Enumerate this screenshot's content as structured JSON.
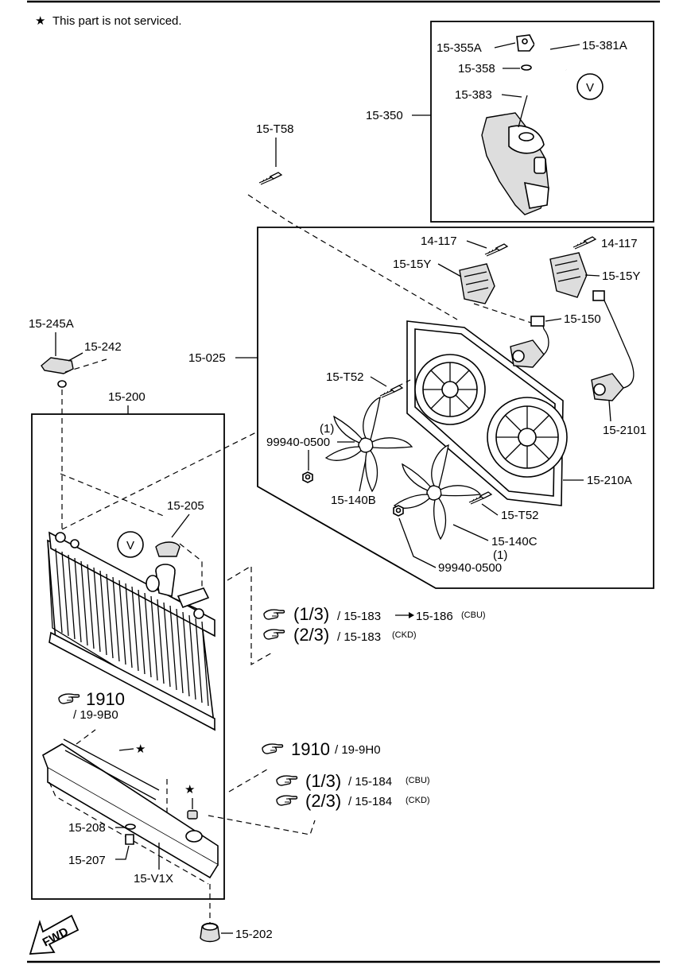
{
  "note": {
    "star": "★",
    "text": "This part is not serviced."
  },
  "labels": {
    "p15_355A": "15-355A",
    "p15_381A": "15-381A",
    "p15_358": "15-358",
    "p15_383": "15-383",
    "p15_350": "15-350",
    "p15_T58": "15-T58",
    "p14_117_a": "14-117",
    "p14_117_b": "14-117",
    "p15_15Y_a": "15-15Y",
    "p15_15Y_b": "15-15Y",
    "p15_150": "15-150",
    "p15_245A": "15-245A",
    "p15_242": "15-242",
    "p15_025": "15-025",
    "p15_T52_a": "15-T52",
    "p15_T52_b": "15-T52",
    "p15_2101": "15-2101",
    "p15_200": "15-200",
    "qty_a": "(1)",
    "p99940_a": "99940-0500",
    "p15_140B": "15-140B",
    "p15_210A": "15-210A",
    "p15_140C": "15-140C",
    "qty_b": "(1)",
    "p99940_b": "99940-0500",
    "p15_205": "15-205",
    "v_mark_a": "V",
    "v_mark_b": "V",
    "p15_208": "15-208",
    "p15_207": "15-207",
    "p15_V1X": "15-V1X",
    "p15_202": "15-202",
    "fwd": "FWD"
  },
  "refs": {
    "r1": {
      "frac": "(1/3)",
      "text": "/ 15-183",
      "target": "15-186",
      "suffix": "(CBU)"
    },
    "r2": {
      "frac": "(2/3)",
      "text": "/ 15-183",
      "suffix": "(CKD)"
    },
    "r3": {
      "num": "1910",
      "text": "/ 19-9B0"
    },
    "r4": {
      "num": "1910",
      "text": "/ 19-9H0"
    },
    "r5": {
      "frac": "(1/3)",
      "text": "/ 15-184",
      "suffix": "(CBU)"
    },
    "r6": {
      "frac": "(2/3)",
      "text": "/ 15-184",
      "suffix": "(CKD)"
    }
  },
  "icons": {
    "hand": "pointing-hand-icon",
    "star": "star-icon",
    "fwd": "fwd-arrow-icon"
  }
}
